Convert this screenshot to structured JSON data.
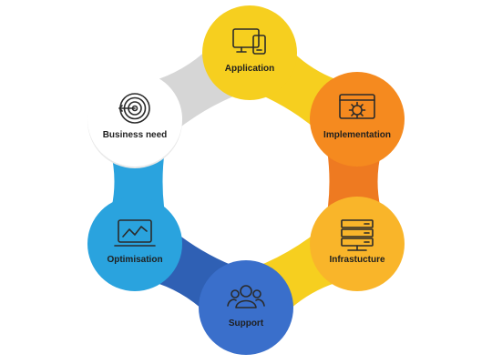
{
  "diagram": {
    "type": "cycle",
    "nodes": [
      {
        "id": "business-need",
        "label": "Business need",
        "icon": "target-icon",
        "color": "#ffffff",
        "text_color": "#1f1f1f"
      },
      {
        "id": "application",
        "label": "Application",
        "icon": "devices-icon",
        "color": "#f6cf1f",
        "text_color": "#1f1f1f"
      },
      {
        "id": "implementation",
        "label": "Implementation",
        "icon": "browser-gear-icon",
        "color": "#f58a1f",
        "text_color": "#1f1f1f"
      },
      {
        "id": "infrastructure",
        "label": "Infrastucture",
        "icon": "server-icon",
        "color": "#f9b52a",
        "text_color": "#1f1f1f"
      },
      {
        "id": "support",
        "label": "Support",
        "icon": "team-icon",
        "color": "#3a6fcb",
        "text_color": "#1f1f1f"
      },
      {
        "id": "optimisation",
        "label": "Optimisation",
        "icon": "monitor-chart-icon",
        "color": "#2aa3de",
        "text_color": "#1f1f1f"
      }
    ],
    "connector_colors": {
      "business-need_application": "#d6d6d6",
      "application_implementation": "#f6cf1f",
      "implementation_infrastructure": "#ee7a21",
      "infrastructure_support": "#f6cf1f",
      "support_optimisation": "#2f60b4",
      "optimisation_business-need": "#2aa3de"
    },
    "icon_stroke": "#2b2b2b"
  }
}
